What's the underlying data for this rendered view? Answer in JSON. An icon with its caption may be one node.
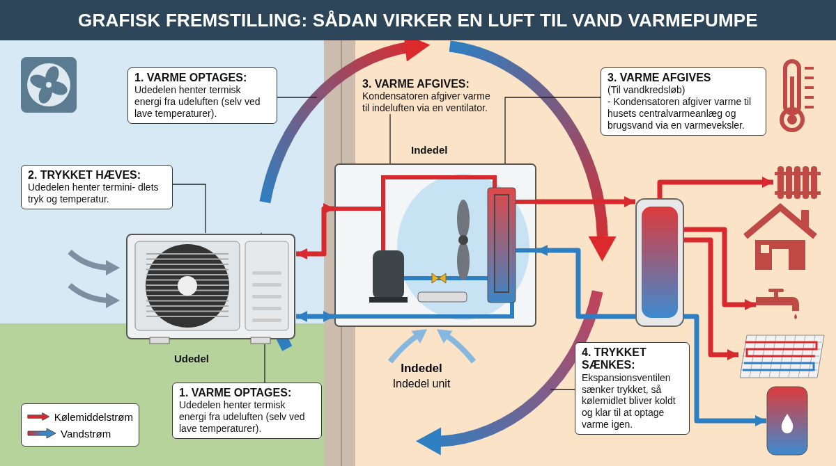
{
  "diagram": {
    "title": "GRAFISK FREMSTILLING: SÅDAN VIRKER EN LUFT TIL VAND VARMEPUMPE",
    "nodes": [
      {
        "text": [
          "1. VARME OPTAGES:",
          "Udedelen henter termisk energi fra udeluften (selv ved lave temperaturer)."
        ]
      },
      {
        "text": [
          "2. TRYKKET HÆVES:",
          "Udedelen henter termini- dlets tryk og temperatur."
        ]
      },
      {
        "text": [
          "3. VARME AFGIVES:",
          "Kondensatoren afgiver varme til indeluften via en ventilator."
        ]
      },
      {
        "text": [
          "3. VARME AFGIVES",
          "(Til vandkredsløb)",
          "- Kondensatoren afgiver varme til husets centralvarmeanlæg og brugsvand via en varmeveksler."
        ]
      },
      {
        "text": [],
        "shape": "picture",
        "beside": [
          "Udedel"
        ]
      },
      {
        "text": [],
        "shape": "picture",
        "beside": [
          "Indedel"
        ]
      },
      {
        "text": [
          "1. VARME OPTAGES:",
          "Udedelen henter termisk energi fra udeluften (selv ved lave temperaturer)."
        ]
      },
      {
        "text": [
          "4. TRYKKET SÆNKES:",
          "Ekspansionsventilen sænker trykket, så kølemidlet bliver koldt og klar til at optage varme igen."
        ]
      },
      {
        "text": [],
        "shape": "cylinder"
      },
      {
        "text": [],
        "shape": "picture"
      },
      {
        "text": [],
        "shape": "picture"
      },
      {
        "text": [],
        "shape": "picture"
      },
      {
        "text": [],
        "shape": "cylinder"
      }
    ],
    "edges": [
      {
        "from": 0,
        "to": null,
        "arrow": "none"
      },
      {
        "from": 1,
        "to": 4,
        "arrow": "none"
      },
      {
        "from": 2,
        "to": 5,
        "arrow": "none"
      },
      {
        "from": 3,
        "to": 5,
        "arrow": "none"
      },
      {
        "from": 6,
        "to": 4,
        "arrow": "none"
      },
      {
        "from": 7,
        "to": null,
        "arrow": "none"
      },
      {
        "from": 4,
        "to": 5,
        "arrow": "both",
        "color": "#d62a2f"
      },
      {
        "from": 4,
        "to": 5,
        "arrow": "both",
        "color": "#2e7fc1"
      },
      {
        "from": 5,
        "to": 8,
        "arrow": "to",
        "color": "#d62a2f"
      },
      {
        "from": 8,
        "to": 5,
        "arrow": "to",
        "color": "#2e7fc1"
      },
      {
        "from": 8,
        "to": 9,
        "arrow": "to",
        "color": "#d62a2f"
      },
      {
        "from": 8,
        "to": 10,
        "arrow": "to",
        "color": "#d62a2f"
      },
      {
        "from": 8,
        "to": 11,
        "arrow": "to",
        "color": "#d62a2f"
      },
      {
        "from": 8,
        "to": 12,
        "arrow": "to",
        "color": "#2e7fc1"
      }
    ],
    "labels": [
      "Indedel",
      "Indedel unit"
    ],
    "legend": [
      {
        "text": "Kølemiddelstrøm"
      },
      {
        "text": "Vandstrøm"
      }
    ]
  }
}
